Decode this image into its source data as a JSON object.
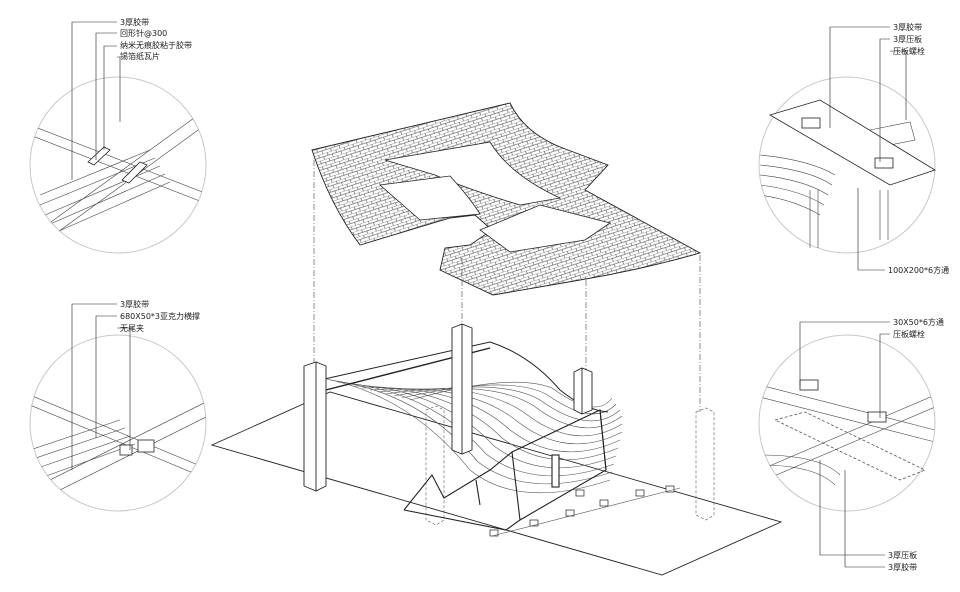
{
  "callouts": {
    "top_left": [
      "3厚胶带",
      "回形针@300",
      "纳米无痕胶粘于胶带",
      "锡箔纸瓦片"
    ],
    "mid_left": [
      "3厚胶带",
      "680X50*3亚克力横撑",
      "无尾夹"
    ],
    "top_right": [
      "3厚胶带",
      "3厚压板",
      "压板螺栓"
    ],
    "top_right_bottom": "100X200*6方通",
    "mid_right": [
      "30X50*6方通",
      "压板螺栓"
    ],
    "bottom_right": [
      "3厚压板",
      "3厚胶带"
    ]
  },
  "colors": {
    "line": "#222222",
    "light_line": "#9a9a9a",
    "circle": "#c8c8c8",
    "background": "#ffffff"
  }
}
